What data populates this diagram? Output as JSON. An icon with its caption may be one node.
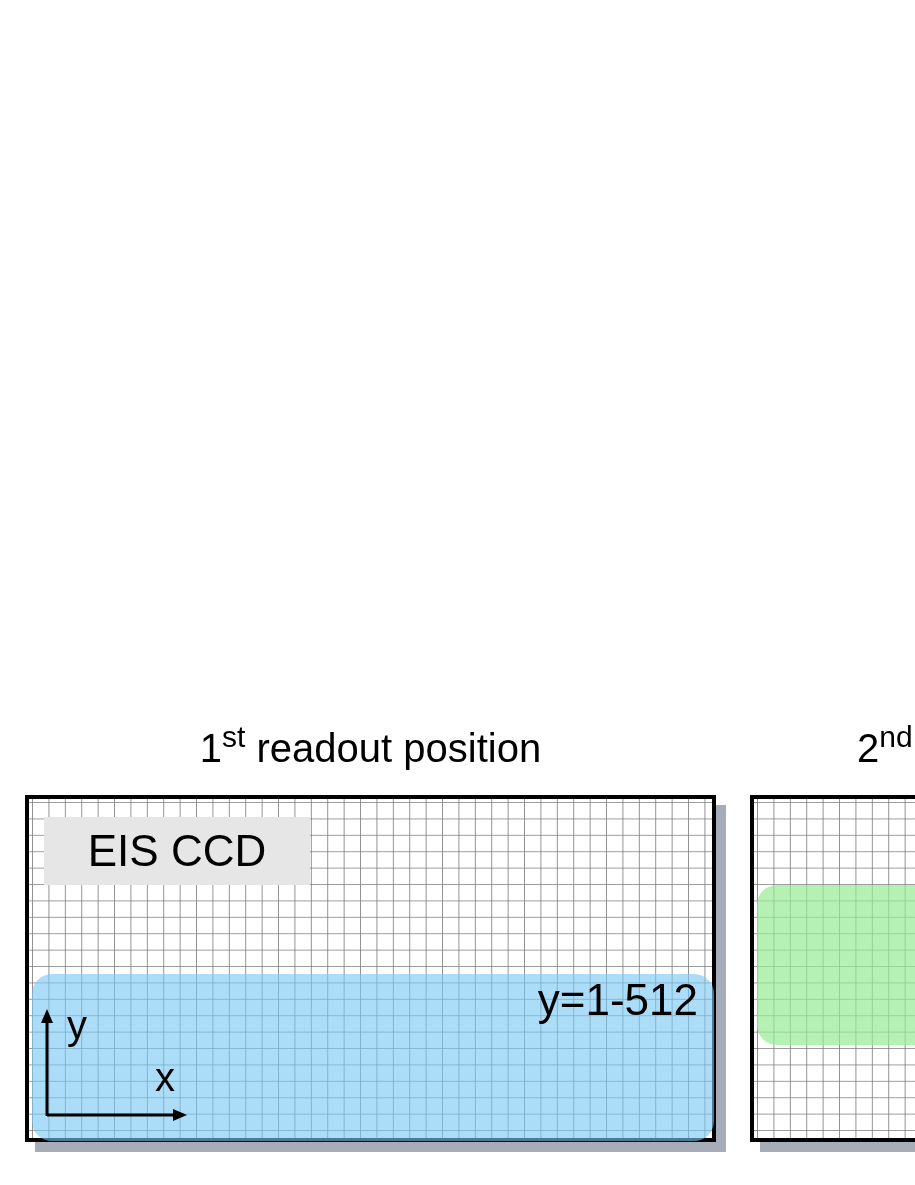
{
  "diagram": {
    "nodes": [
      {
        "text": [
          "1$^{st}$ readout position"
        ]
      },
      {
        "text": [
          "EIS CCD"
        ],
        "in": 0
      },
      {
        "text": [
          "y=1-512"
        ],
        "in": 0
      },
      {
        "text": [
          "2$^{nd}$"
        ]
      },
      {
        "text": [],
        "shape": "bar",
        "in": 3
      }
    ],
    "labels": [
      "y",
      "x"
    ]
  }
}
